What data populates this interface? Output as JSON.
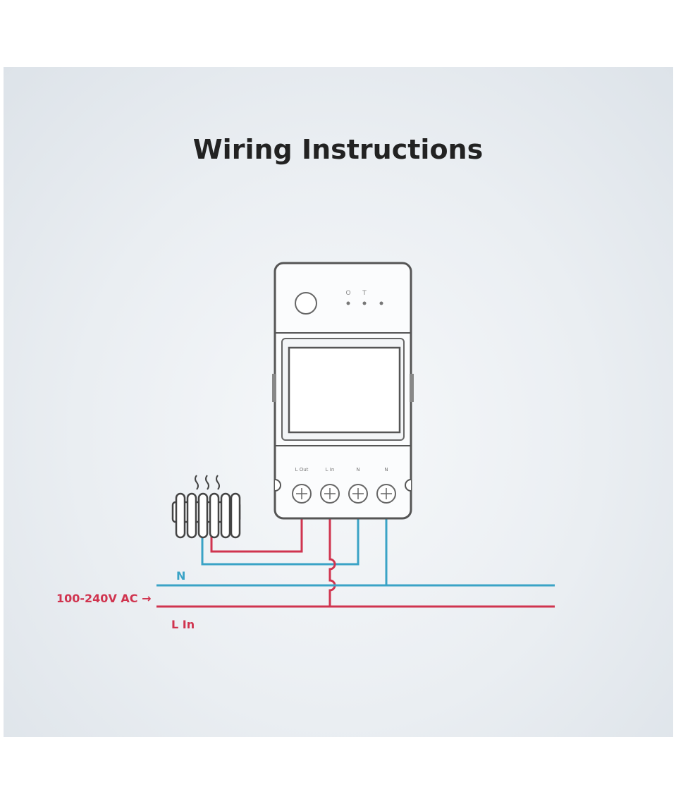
{
  "title": "Wiring Instructions",
  "device": {
    "led_labels": [
      "O",
      "T"
    ],
    "terminals": [
      "L Out",
      "L In",
      "N",
      "N"
    ]
  },
  "labels": {
    "neutral": "N",
    "voltage": "100-240V AC →",
    "live_in": "L In"
  },
  "colors": {
    "live": "#d0344f",
    "neutral": "#3aa3c6",
    "device_outline": "#555555"
  }
}
